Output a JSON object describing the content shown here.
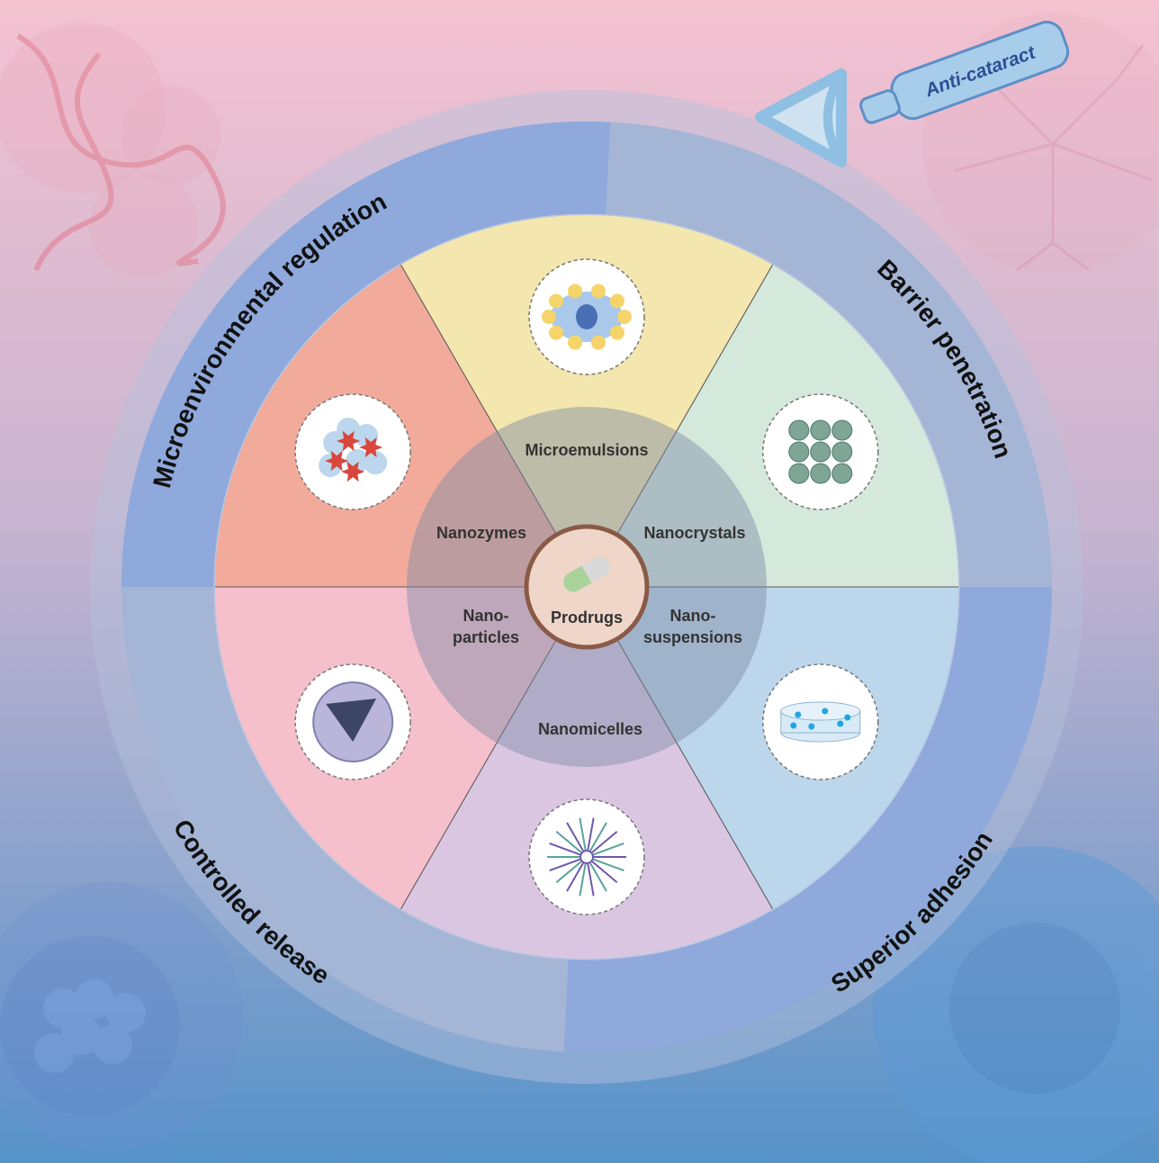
{
  "center": {
    "label": "Prodrugs",
    "icon": "capsule-icon"
  },
  "badge": {
    "label": "Anti-cataract",
    "icons": [
      "eye-icon",
      "eye-drop-bottle-icon"
    ]
  },
  "outer_ring": [
    {
      "label": "Microenvironmental regulation",
      "color": "#8fa9dc"
    },
    {
      "label": "Barrier penetration",
      "color": "#a4b5d6"
    },
    {
      "label": "Superior adhesion",
      "color": "#8fa9dc"
    },
    {
      "label": "Controlled release",
      "color": "#a4b5d6"
    }
  ],
  "sectors": [
    {
      "label": "Microemulsions",
      "color": "#f3e6ae",
      "icon": "microemulsion-droplet-icon"
    },
    {
      "label": "Nanocrystals",
      "color": "#d4e8dc",
      "icon": "nanocrystal-lattice-icon"
    },
    {
      "label": "Nano-\nsuspensions",
      "color": "#bcd6ec",
      "icon": "suspension-particles-icon"
    },
    {
      "label": "Nanomicelles",
      "color": "#dbc6e2",
      "icon": "micelle-icon"
    },
    {
      "label": "Nano-\nparticles",
      "color": "#f5bfcc",
      "icon": "nanoparticle-sphere-icon"
    },
    {
      "label": "Nanozymes",
      "color": "#f2ab9b",
      "icon": "nanozyme-cluster-icon"
    }
  ]
}
